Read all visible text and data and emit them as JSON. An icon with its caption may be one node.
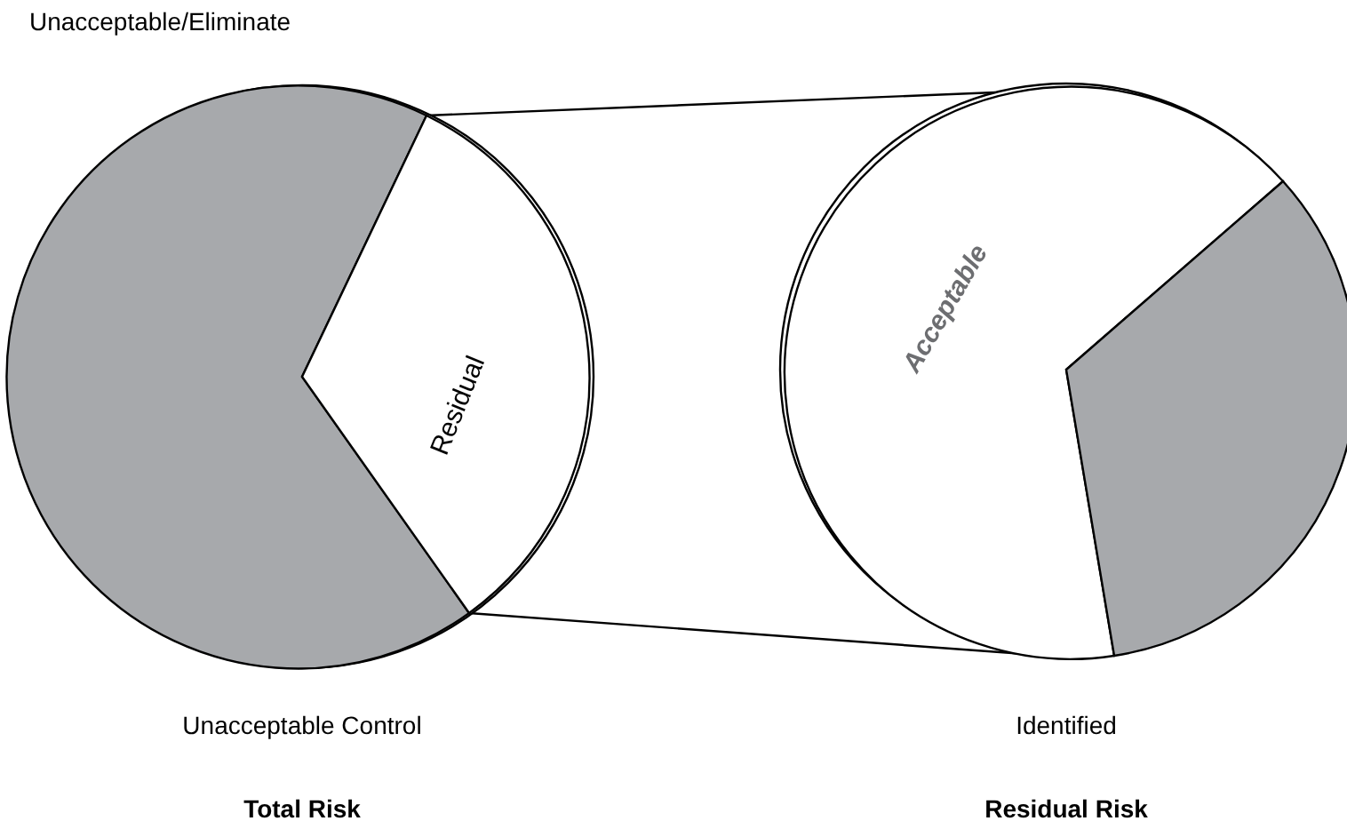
{
  "diagram": {
    "nodes": [
      {
        "text": [],
        "shape": "circle",
        "beside": [
          "Unacceptable/Eliminate",
          "Unacceptable Control"
        ]
      },
      {
        "text": [],
        "shape": "wedge",
        "in": 0
      },
      {
        "text": [
          "Residual"
        ],
        "in": 0
      },
      {
        "text": [],
        "shape": "circle",
        "beside": [
          "Identified"
        ]
      },
      {
        "text": [
          "Acceptable"
        ],
        "in": 3
      },
      {
        "text": [],
        "shape": "wedge",
        "in": 3
      }
    ],
    "edges": [
      {
        "from": 2,
        "to": 3,
        "arrow": "none"
      },
      {
        "from": 2,
        "to": 3,
        "arrow": "none"
      }
    ],
    "labels": [
      "Total Risk",
      "Residual Risk"
    ]
  }
}
